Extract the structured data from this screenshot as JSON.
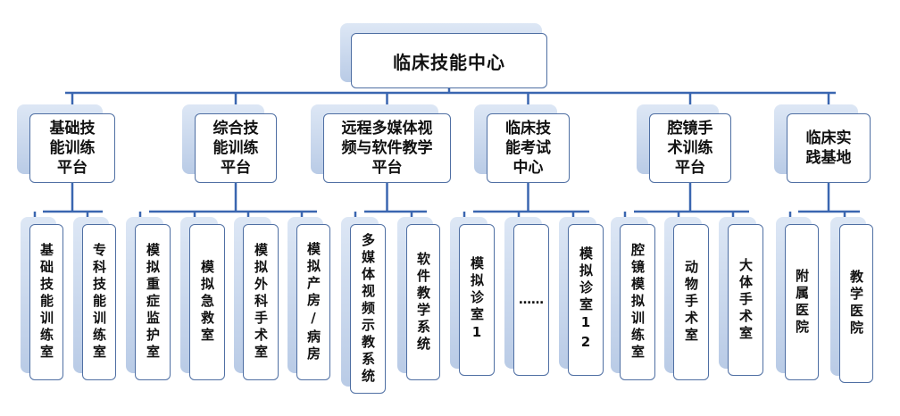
{
  "root": "临床技能中心",
  "platforms": [
    {
      "label": "基础技能训练平台",
      "children": [
        "基础技能训练室",
        "专科技能训练室"
      ]
    },
    {
      "label": "综合技能训练平台",
      "children": [
        "模拟重症监护室",
        "模拟急救室",
        "模拟外科手术室",
        "模拟产房/病房"
      ]
    },
    {
      "label": "远程多媒体视频与软件教学平台",
      "children": [
        "多媒体视频示教系统",
        "软件教学系统"
      ]
    },
    {
      "label": "临床技能考试中心",
      "children": [
        "模拟诊室1",
        "……",
        "模拟诊室12"
      ]
    },
    {
      "label": "腔镜手术训练平台",
      "children": [
        "腔镜模拟训练室",
        "动物手术室",
        "大体手术室"
      ]
    },
    {
      "label": "临床实践基地",
      "children": [
        "附属医院",
        "教学医院"
      ]
    }
  ]
}
